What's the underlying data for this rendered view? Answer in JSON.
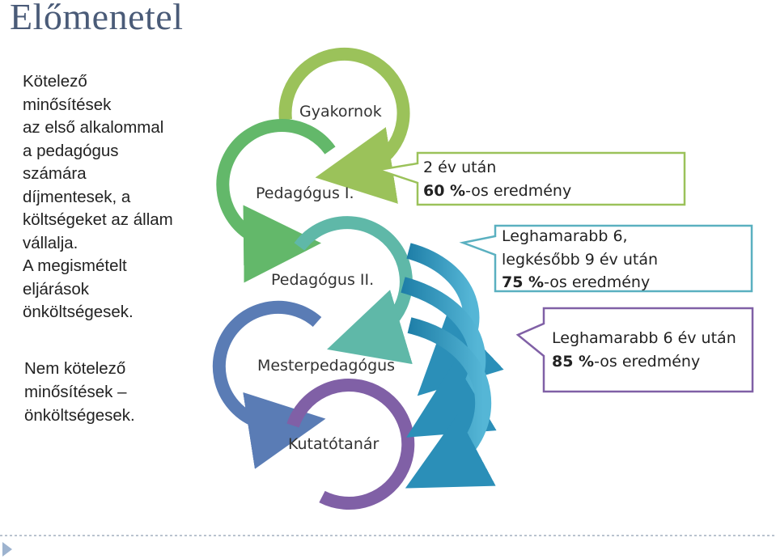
{
  "title": "Előmenetel",
  "left_block": {
    "lines": [
      "Kötelező",
      "minősítések",
      "az első alkalommal",
      "a pedagógus",
      "számára",
      "díjmentesek, a",
      "költségeket az állam",
      "vállalja.",
      "A megismételt",
      "eljárások",
      "önköltségesek."
    ]
  },
  "left_block_2": {
    "lines": [
      "Nem kötelező",
      "minősítések –",
      "önköltségesek."
    ]
  },
  "stages": [
    {
      "label": "Gyakornok",
      "color": "#9bc25a"
    },
    {
      "label": "Pedagógus I.",
      "color": "#63b86a"
    },
    {
      "label": "Pedagógus II.",
      "color": "#5fb8a8"
    },
    {
      "label": "Mesterpedagógus",
      "color": "#5a7cb5"
    },
    {
      "label": "Kutatótanár",
      "color": "#8060a6"
    }
  ],
  "callouts": [
    {
      "line1": "2 év után",
      "bold": "60 %",
      "rest": "-os eredmény",
      "border_color": "#9bc25a"
    },
    {
      "line1": "Leghamarabb 6,",
      "line2": "legkésőbb 9 év után",
      "bold": "75 %",
      "rest": "-os eredmény",
      "border_color": "#5ab0c0"
    },
    {
      "line1": "Leghamarabb 6 év után",
      "bold": "85 %",
      "rest": "-os eredmény",
      "border_color": "#8060a6"
    }
  ],
  "blue_arrow_color": "#2b8fb8",
  "icons": {
    "bottom_nav": "triangle-right-icon"
  }
}
